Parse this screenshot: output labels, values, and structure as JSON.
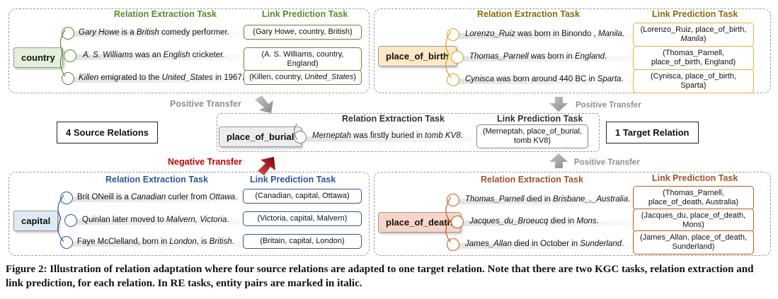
{
  "panels": {
    "country": {
      "re_header": "Relation Extraction Task",
      "lp_header": "Link Prediction Task",
      "relation": "country",
      "sentences": [
        {
          "parts": [
            {
              "t": "Gary Howe",
              "i": true
            },
            {
              "t": " is a ",
              "i": false
            },
            {
              "t": "British",
              "i": true
            },
            {
              "t": " comedy performer.",
              "i": false
            }
          ]
        },
        {
          "parts": [
            {
              "t": "A. S. Williams",
              "i": true
            },
            {
              "t": " was an ",
              "i": false
            },
            {
              "t": "English",
              "i": true
            },
            {
              "t": " cricketer.",
              "i": false
            }
          ]
        },
        {
          "parts": [
            {
              "t": "Killen",
              "i": true
            },
            {
              "t": " emigrated to the ",
              "i": false
            },
            {
              "t": "United_States",
              "i": true
            },
            {
              "t": " in 1967.",
              "i": false
            }
          ]
        }
      ],
      "triples": [
        {
          "parts": [
            {
              "t": "(Gary Howe, country, British)",
              "i": false
            }
          ]
        },
        {
          "parts": [
            {
              "t": "(A. S. Williams, country, England)",
              "i": false
            }
          ]
        },
        {
          "parts": [
            {
              "t": "(Killen, country, ",
              "i": false
            },
            {
              "t": "United_States",
              "i": true
            },
            {
              "t": ")",
              "i": false
            }
          ]
        }
      ],
      "color": "#5a8a2e"
    },
    "place_of_birth": {
      "re_header": "Relation Extraction Task",
      "lp_header": "Link Prediction Task",
      "relation": "place_of_birth",
      "sentences": [
        {
          "parts": [
            {
              "t": "Lorenzo_Ruiz",
              "i": true
            },
            {
              "t": " was born in Binondo , ",
              "i": false
            },
            {
              "t": "Manila",
              "i": true
            },
            {
              "t": ".",
              "i": false
            }
          ]
        },
        {
          "parts": [
            {
              "t": "Thomas_Parnell",
              "i": true
            },
            {
              "t": " was born in ",
              "i": false
            },
            {
              "t": "England",
              "i": true
            },
            {
              "t": ".",
              "i": false
            }
          ]
        },
        {
          "parts": [
            {
              "t": "Cynisca",
              "i": true
            },
            {
              "t": " was born around 440 BC in ",
              "i": false
            },
            {
              "t": "Sparta",
              "i": true
            },
            {
              "t": ".",
              "i": false
            }
          ]
        }
      ],
      "triples": [
        {
          "parts": [
            {
              "t": "(Lorenzo_Ruiz, place_of_birth, ",
              "i": false
            },
            {
              "t": "Manila",
              "i": true
            },
            {
              "t": ")",
              "i": false
            }
          ]
        },
        {
          "parts": [
            {
              "t": "(Thomas_Parnell, place_of_birth, England)",
              "i": false
            }
          ]
        },
        {
          "parts": [
            {
              "t": "(Cynisca, place_of_birth, Sparta)",
              "i": false
            }
          ]
        }
      ],
      "color": "#8b6b0d"
    },
    "place_of_burial": {
      "re_header": "Relation Extraction Task",
      "lp_header": "Link Prediction Task",
      "relation": "place_of_burial",
      "sentences": [
        {
          "parts": [
            {
              "t": "Merneptah",
              "i": true
            },
            {
              "t": " was firstly buried in ",
              "i": false
            },
            {
              "t": "tomb KV8",
              "i": true
            },
            {
              "t": ".",
              "i": false
            }
          ]
        }
      ],
      "triples": [
        {
          "parts": [
            {
              "t": "(Merneptah, place_of_burial, tomb KV8)",
              "i": false
            }
          ]
        }
      ],
      "color": "#333333"
    },
    "capital": {
      "re_header": "Relation Extraction Task",
      "lp_header": "Link Prediction Task",
      "relation": "capital",
      "sentences": [
        {
          "parts": [
            {
              "t": "Brit ONeill is a ",
              "i": false
            },
            {
              "t": "Canadian",
              "i": true
            },
            {
              "t": " curler from ",
              "i": false
            },
            {
              "t": "Ottawa",
              "i": true
            },
            {
              "t": ".",
              "i": false
            }
          ]
        },
        {
          "parts": [
            {
              "t": "Quinlan later moved to ",
              "i": false
            },
            {
              "t": "Malvern, Victoria",
              "i": true
            },
            {
              "t": ".",
              "i": false
            }
          ]
        },
        {
          "parts": [
            {
              "t": "Faye McClelland, born in ",
              "i": false
            },
            {
              "t": "London",
              "i": true
            },
            {
              "t": ", is ",
              "i": false
            },
            {
              "t": "British",
              "i": true
            },
            {
              "t": ".",
              "i": false
            }
          ]
        }
      ],
      "triples": [
        {
          "parts": [
            {
              "t": "(Canadian, capital, Ottawa)",
              "i": false
            }
          ]
        },
        {
          "parts": [
            {
              "t": "(Victoria, capital, Malvern)",
              "i": false
            }
          ]
        },
        {
          "parts": [
            {
              "t": "(Britain, capital, London)",
              "i": false
            }
          ]
        }
      ],
      "color": "#2f5597"
    },
    "place_of_death": {
      "re_header": "Relation Extraction Task",
      "lp_header": "Link Prediction Task",
      "relation": "place_of_death",
      "sentences": [
        {
          "parts": [
            {
              "t": "Thomas_Parnell",
              "i": true
            },
            {
              "t": " died in ",
              "i": false
            },
            {
              "t": "Brisbane_,_Australia",
              "i": true
            },
            {
              "t": ".",
              "i": false
            }
          ]
        },
        {
          "parts": [
            {
              "t": "Jacques_du_Broeucq",
              "i": true
            },
            {
              "t": " died in ",
              "i": false
            },
            {
              "t": "Mons",
              "i": true
            },
            {
              "t": ".",
              "i": false
            }
          ]
        },
        {
          "parts": [
            {
              "t": "James_Allan",
              "i": true
            },
            {
              "t": " died in October in ",
              "i": false
            },
            {
              "t": "Sunderland",
              "i": true
            },
            {
              "t": ".",
              "i": false
            }
          ]
        }
      ],
      "triples": [
        {
          "parts": [
            {
              "t": "(Thomas_Parnell, place_of_death, Australia)",
              "i": false
            }
          ]
        },
        {
          "parts": [
            {
              "t": "(Jacques_du, place_of_death, Mons)",
              "i": false
            }
          ]
        },
        {
          "parts": [
            {
              "t": "(James_Allan, place_of_death, Sunderland)",
              "i": false
            }
          ]
        }
      ],
      "color": "#a0522d"
    }
  },
  "labels": {
    "source": "4 Source Relations",
    "target": "1 Target Relation"
  },
  "transfers": {
    "top_left": "Positive Transfer",
    "top_right": "Positive Transfer",
    "bottom_left": "Negative Transfer",
    "bottom_right": "Positive Transfer"
  },
  "colors": {
    "country_fill": "#e2efd9",
    "birth_fill": "#fde9c4",
    "burial_fill": "#ededed",
    "capital_fill": "#deebf7",
    "death_fill": "#f8d5c6",
    "negative": "#c00000",
    "positive": "#8f8f8f"
  },
  "caption": {
    "label": "Figure 2:",
    "text": "Illustration of relation adaptation where four source relations are adapted to one target relation. Note that there are two KGC tasks, relation extraction and link prediction, for each relation. In RE tasks, entity pairs are marked in italic."
  }
}
